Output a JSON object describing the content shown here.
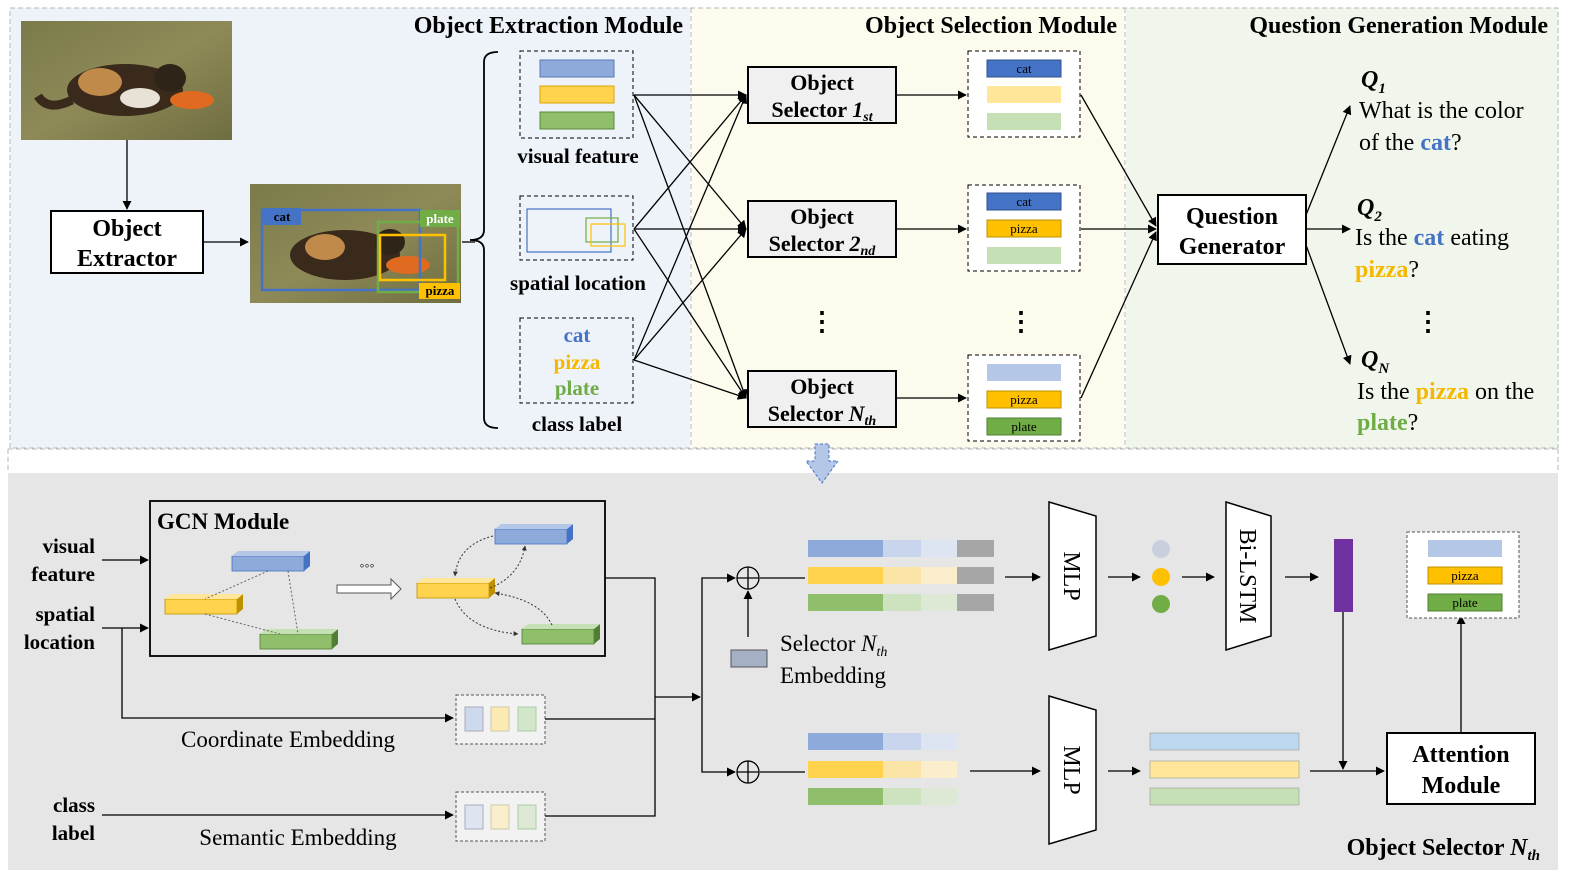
{
  "modules": {
    "extraction_title": "Object Extraction Module",
    "selection_title": "Object Selection Module",
    "generation_title": "Question Generation Module"
  },
  "extractor": {
    "line1": "Object",
    "line2": "Extractor"
  },
  "detection_labels": {
    "cat": "cat",
    "plate": "plate",
    "pizza": "pizza"
  },
  "features": {
    "visual": "visual feature",
    "spatial": "spatial location",
    "class": "class label",
    "class_words": [
      "cat",
      "pizza",
      "plate"
    ]
  },
  "selectors": [
    {
      "line1": "Object",
      "prefix": "Selector ",
      "suffix": "1",
      "sub": "st"
    },
    {
      "line1": "Object",
      "prefix": "Selector ",
      "suffix": "2",
      "sub": "nd"
    },
    {
      "line1": "Object",
      "prefix": "Selector ",
      "suffix": "N",
      "sub": "th"
    }
  ],
  "selected_objects": [
    [
      "cat"
    ],
    [
      "cat",
      "pizza"
    ],
    [
      "pizza",
      "plate"
    ]
  ],
  "ellipsis": "⋮",
  "generator": {
    "line1": "Question",
    "line2": "Generator"
  },
  "questions": [
    {
      "label": "Q",
      "sub": "1",
      "parts": [
        [
          "What is the color",
          "plain"
        ],
        [
          "of the ",
          "plain"
        ],
        [
          "cat",
          "cat"
        ],
        [
          "?",
          "plain"
        ]
      ]
    },
    {
      "label": "Q",
      "sub": "2",
      "parts": [
        [
          "Is the ",
          "plain"
        ],
        [
          "cat",
          "cat"
        ],
        [
          " eating",
          "plain"
        ],
        [
          "pizza",
          "pizza"
        ],
        [
          "?",
          "plain"
        ]
      ]
    },
    {
      "label": "Q",
      "sub": "N",
      "parts": [
        [
          "Is the ",
          "plain"
        ],
        [
          "pizza",
          "pizza"
        ],
        [
          " on the",
          "plain"
        ],
        [
          "plate",
          "plate"
        ],
        [
          "?",
          "plain"
        ]
      ]
    }
  ],
  "bottom": {
    "inputs": {
      "visual1": "visual",
      "visual2": "feature",
      "spatial1": "spatial",
      "spatial2": "location",
      "class1": "class",
      "class2": "label"
    },
    "gcn_title": "GCN Module",
    "gcn_dots": "◦◦◦",
    "coord_embedding": "Coordinate Embedding",
    "semantic_embedding": "Semantic Embedding",
    "selector_embed_prefix": "Selector ",
    "selector_embed_n": "N",
    "selector_embed_sub": "th",
    "selector_embed_line2": "Embedding",
    "mlp": "MLP",
    "bilstm": "Bi-LSTM",
    "attention1": "Attention",
    "attention2": "Module",
    "output_labels": [
      "pizza",
      "plate"
    ],
    "footer_prefix": "Object Selector ",
    "footer_n": "N",
    "footer_sub": "th"
  },
  "colors": {
    "blue": "#4472c4",
    "blue_light": "#b4c7e7",
    "yellow": "#ffc000",
    "yellow_light": "#ffe699",
    "green": "#70ad47",
    "green_light": "#c5e0b4",
    "cat_text": "#4472c4",
    "pizza_text": "#f5b800",
    "plate_text": "#70ad47",
    "purple": "#7030a0",
    "gray_feat": "#a6a6a6"
  }
}
